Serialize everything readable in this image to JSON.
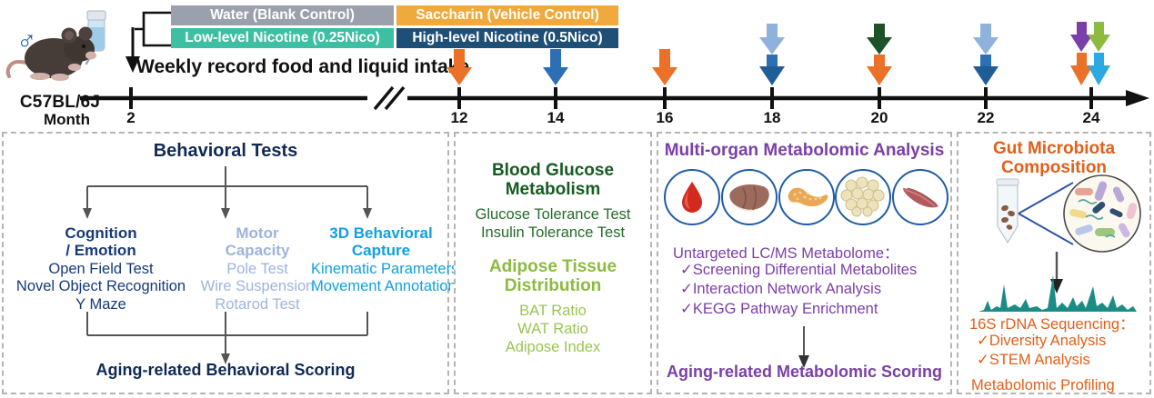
{
  "figure": {
    "animal": {
      "strain_label": "C57BL/6J",
      "sex_icon": "male-symbol-icon",
      "sex_glyph": "♂",
      "mouse_icon": "mouse-illustration-icon",
      "bottle_icon": "water-bottle-icon"
    },
    "legend": [
      {
        "id": "water",
        "label": "Water (Blank Control)",
        "color": "#9aa1ac",
        "text_color": "#ffffff"
      },
      {
        "id": "low_nic",
        "label": "Low-level Nicotine (0.25Nico)",
        "color": "#3cbfa2",
        "text_color": "#ffffff"
      },
      {
        "id": "saccharin",
        "label": "Saccharin (Vehicle Control)",
        "color": "#f0a93c",
        "text_color": "#ffffff"
      },
      {
        "id": "high_nic",
        "label": "High-level Nicotine (0.5Nico)",
        "color": "#1d4f77",
        "text_color": "#ffffff"
      }
    ],
    "timeline": {
      "axis_label": "Month",
      "note": "Weekly record food and liquid intake",
      "axis_break": true,
      "ticks": [
        "2",
        "12",
        "14",
        "16",
        "18",
        "20",
        "22",
        "24"
      ],
      "events": [
        {
          "month": "12",
          "arrows": [
            "#ea7127"
          ]
        },
        {
          "month": "14",
          "arrows": [
            "#2d6fb5"
          ]
        },
        {
          "month": "16",
          "arrows": [
            "#ea7127"
          ]
        },
        {
          "month": "18",
          "arrows": [
            "#8fb2dd",
            "#1f5d96"
          ]
        },
        {
          "month": "20",
          "arrows": [
            "#1d5327",
            "#ea7127"
          ]
        },
        {
          "month": "22",
          "arrows": [
            "#8fb2dd",
            "#1f5d96"
          ]
        },
        {
          "month": "24",
          "arrows": [
            "#7a3fa8",
            "#8cbb3f",
            "#ea7127",
            "#2ca9e0"
          ]
        }
      ]
    },
    "panels": {
      "behavior": {
        "title": "Behavioral Tests",
        "columns": [
          {
            "id": "cognition",
            "heading": [
              "Cognition",
              "/ Emotion"
            ],
            "color": "#163a79",
            "items": [
              "Open Field Test",
              "Novel Object Recognition",
              "Y Maze"
            ]
          },
          {
            "id": "motor",
            "heading": [
              "Motor",
              "Capacity"
            ],
            "color": "#9fb4da",
            "items": [
              "Pole Test",
              "Wire Suspension",
              "Rotarod Test"
            ]
          },
          {
            "id": "capture3d",
            "heading": [
              "3D Behavioral",
              "Capture"
            ],
            "color": "#12a0e0",
            "items": [
              "Kinematic Parameters",
              "Movement Annotation"
            ]
          }
        ],
        "footer": "Aging-related Behavioral Scoring"
      },
      "glucose": {
        "glucose_title": [
          "Blood Glucose",
          "Metabolism"
        ],
        "glucose_items": [
          "Glucose Tolerance Test",
          "Insulin Tolerance Test"
        ],
        "adipose_title": [
          "Adipose Tissue",
          "Distribution"
        ],
        "adipose_items": [
          "BAT Ratio",
          "WAT Ratio",
          "Adipose Index"
        ],
        "glucose_color": "#175c23",
        "adipose_color": "#8cbb3f"
      },
      "metabolome": {
        "title": "Multi-organ Metabolomic Analysis",
        "organs": [
          "blood-drop-icon",
          "liver-icon",
          "pancreas-icon",
          "adipose-tissue-icon",
          "muscle-icon"
        ],
        "lead": "Untargeted LC/MS Metabolome：",
        "items": [
          "✓Screening Differential Metabolites",
          "✓Interaction Network Analysis",
          "✓KEGG Pathway Enrichment"
        ],
        "footer": "Aging-related Metabolomic Scoring",
        "color": "#7a3fa8"
      },
      "microbiota": {
        "title": [
          "Gut Microbiota",
          "Composition"
        ],
        "tube_icon": "fecal-sample-tube-icon",
        "magnifier_icon": "bacteria-magnified-circle-icon",
        "chromatogram_icon": "sequencing-peaks-icon",
        "lead": "16S rDNA Sequencing：",
        "items": [
          "✓Diversity Analysis",
          "✓STEM Analysis"
        ],
        "last": "Metabolomic Profiling",
        "color": "#e1601a"
      }
    }
  }
}
